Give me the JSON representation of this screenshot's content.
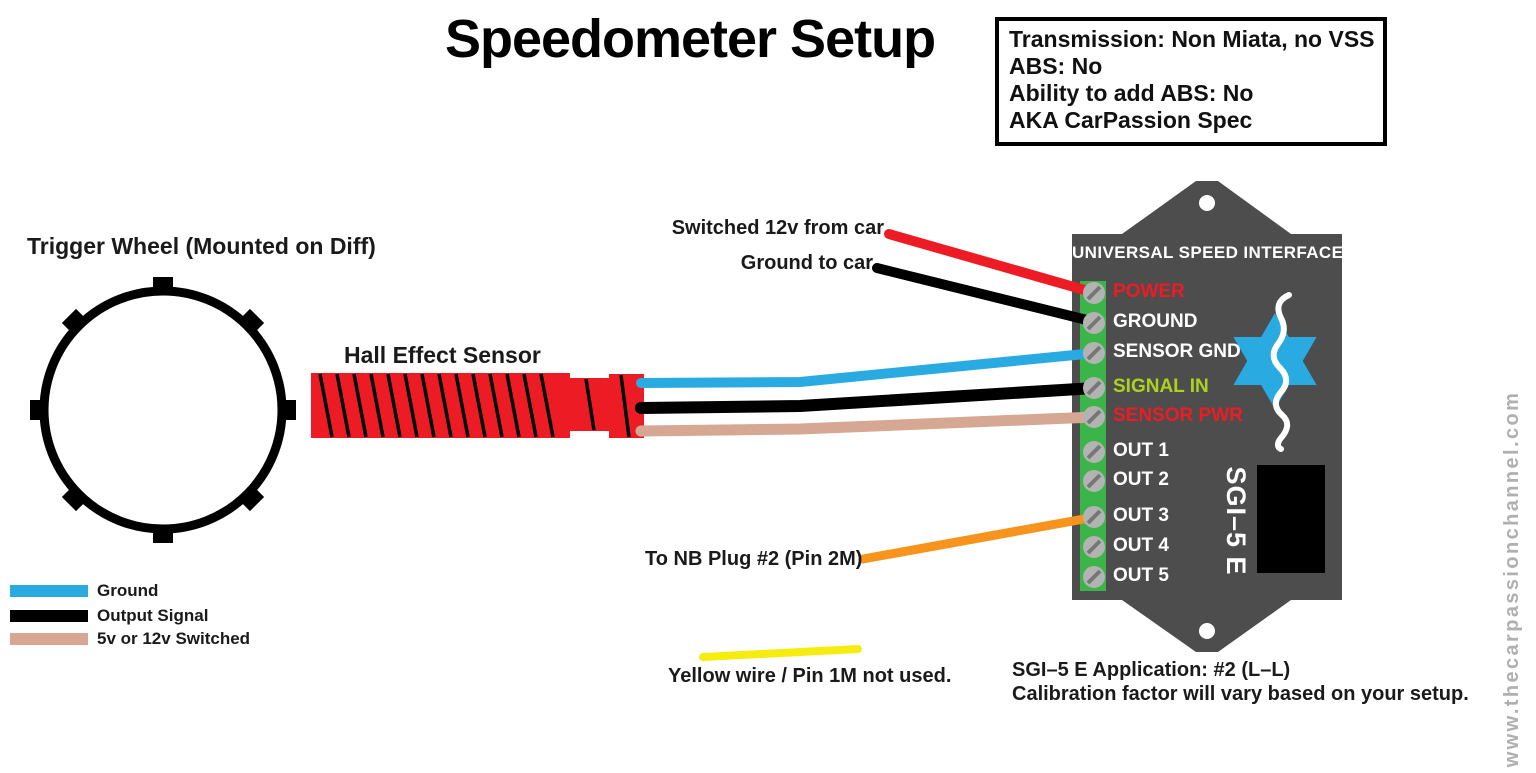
{
  "title": "Speedometer Setup",
  "info_box": {
    "lines": [
      "Transmission: Non Miata, no VSS",
      "ABS: No",
      "Ability to add ABS: No",
      "AKA CarPassion Spec"
    ]
  },
  "labels": {
    "trigger_wheel": "Trigger Wheel (Mounted on Diff)",
    "hall_sensor": "Hall Effect Sensor",
    "switched_12v": "Switched 12v from car",
    "ground_to_car": "Ground to car",
    "nb_plug": "To NB Plug #2 (Pin 2M)",
    "yellow_note": "Yellow wire / Pin 1M not used."
  },
  "app_note": {
    "line1": "SGI–5 E Application: #2 (L–L)",
    "line2": "Calibration factor will vary based on your setup."
  },
  "device": {
    "header": "UNIVERSAL SPEED INTERFACE",
    "model": "SGI–5 E",
    "terminals": [
      {
        "label": "POWER",
        "color": "#ed1c24"
      },
      {
        "label": "GROUND",
        "color": "#ffffff"
      },
      {
        "label": "SENSOR GND",
        "color": "#ffffff"
      },
      {
        "label": "SIGNAL IN",
        "color": "#aed121"
      },
      {
        "label": "SENSOR PWR",
        "color": "#ed1c24"
      },
      {
        "label": "OUT 1",
        "color": "#ffffff"
      },
      {
        "label": "OUT 2",
        "color": "#ffffff"
      },
      {
        "label": "OUT 3",
        "color": "#ffffff"
      },
      {
        "label": "OUT 4",
        "color": "#ffffff"
      },
      {
        "label": "OUT 5",
        "color": "#ffffff"
      }
    ]
  },
  "legend": {
    "items": [
      {
        "label": "Ground",
        "color": "#29abe2"
      },
      {
        "label": "Output Signal",
        "color": "#000000"
      },
      {
        "label": "5v or 12v Switched",
        "color": "#d6a893"
      }
    ]
  },
  "watermark": "www.thecarpassionchannel.com",
  "colors": {
    "wire_red": "#ed1c24",
    "wire_black": "#000000",
    "wire_blue": "#29abe2",
    "wire_tan": "#d6a893",
    "wire_orange": "#f7941d",
    "wire_yellow": "#f7ec0f",
    "sensor_red": "#ed1c24",
    "device_body": "#4d4d4d",
    "terminal_strip": "#3bb54a",
    "star_blue": "#29abe2",
    "wheel_black": "#000000"
  }
}
